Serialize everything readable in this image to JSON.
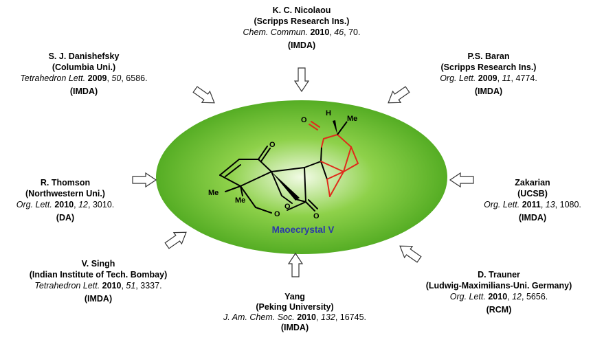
{
  "molecule": {
    "name": "Maoecrystal V",
    "atoms": {
      "o_ketone_left": "O",
      "o_ketone_right": "O",
      "o_ether": "O",
      "o_lactone_ring": "O",
      "o_lactone_carbonyl": "O",
      "me_top": "Me",
      "me_left": "Me",
      "me_bottom": "Me",
      "h": "H"
    },
    "colors": {
      "highlight": "#e02b1a",
      "ellipse_center": "#f2fbe6",
      "ellipse_mid": "#8ed14a",
      "ellipse_edge": "#55ad24",
      "caption": "#2b3aa8"
    }
  },
  "syntheses": [
    {
      "id": "nicolaou",
      "name": "K. C. Nicolaou",
      "institution": "(Scripps Research Ins.)",
      "journal": "Chem. Commun.",
      "year": "2010",
      "volume": "46",
      "page": "70.",
      "method": "(IMDA)"
    },
    {
      "id": "danishefsky",
      "name": "S. J. Danishefsky",
      "institution": "(Columbia Uni.)",
      "journal": "Tetrahedron Lett.",
      "year": "2009",
      "volume": "50",
      "page": "6586.",
      "method": "(IMDA)"
    },
    {
      "id": "baran",
      "name": "P.S. Baran",
      "institution": "(Scripps Research Ins.)",
      "journal": "Org. Lett.",
      "year": "2009",
      "volume": "11",
      "page": "4774.",
      "method": "(IMDA)"
    },
    {
      "id": "thomson",
      "name": "R. Thomson",
      "institution": "(Northwestern Uni.)",
      "journal": "Org. Lett.",
      "year": "2010",
      "volume": "12",
      "page": "3010.",
      "method": "(DA)"
    },
    {
      "id": "zakarian",
      "name": "Zakarian",
      "institution": "(UCSB)",
      "journal": "Org. Lett.",
      "year": "2011",
      "volume": "13",
      "page": "1080.",
      "method": "(IMDA)"
    },
    {
      "id": "singh",
      "name": "V. Singh",
      "institution": "(Indian Institute of Tech. Bombay)",
      "journal": "Tetrahedron Lett.",
      "year": "2010",
      "volume": "51",
      "page": "3337.",
      "method": "(IMDA)"
    },
    {
      "id": "yang",
      "name": "Yang",
      "institution": "(Peking University)",
      "journal": "J. Am. Chem. Soc.",
      "year": "2010",
      "volume": "132",
      "page": "16745.",
      "method": "(IMDA)"
    },
    {
      "id": "trauner",
      "name": "D. Trauner",
      "institution": "(Ludwig-Maximilians-Uni. Germany)",
      "journal": "Org. Lett.",
      "year": "2010",
      "volume": "12",
      "page": "5656.",
      "method": "(RCM)"
    }
  ]
}
